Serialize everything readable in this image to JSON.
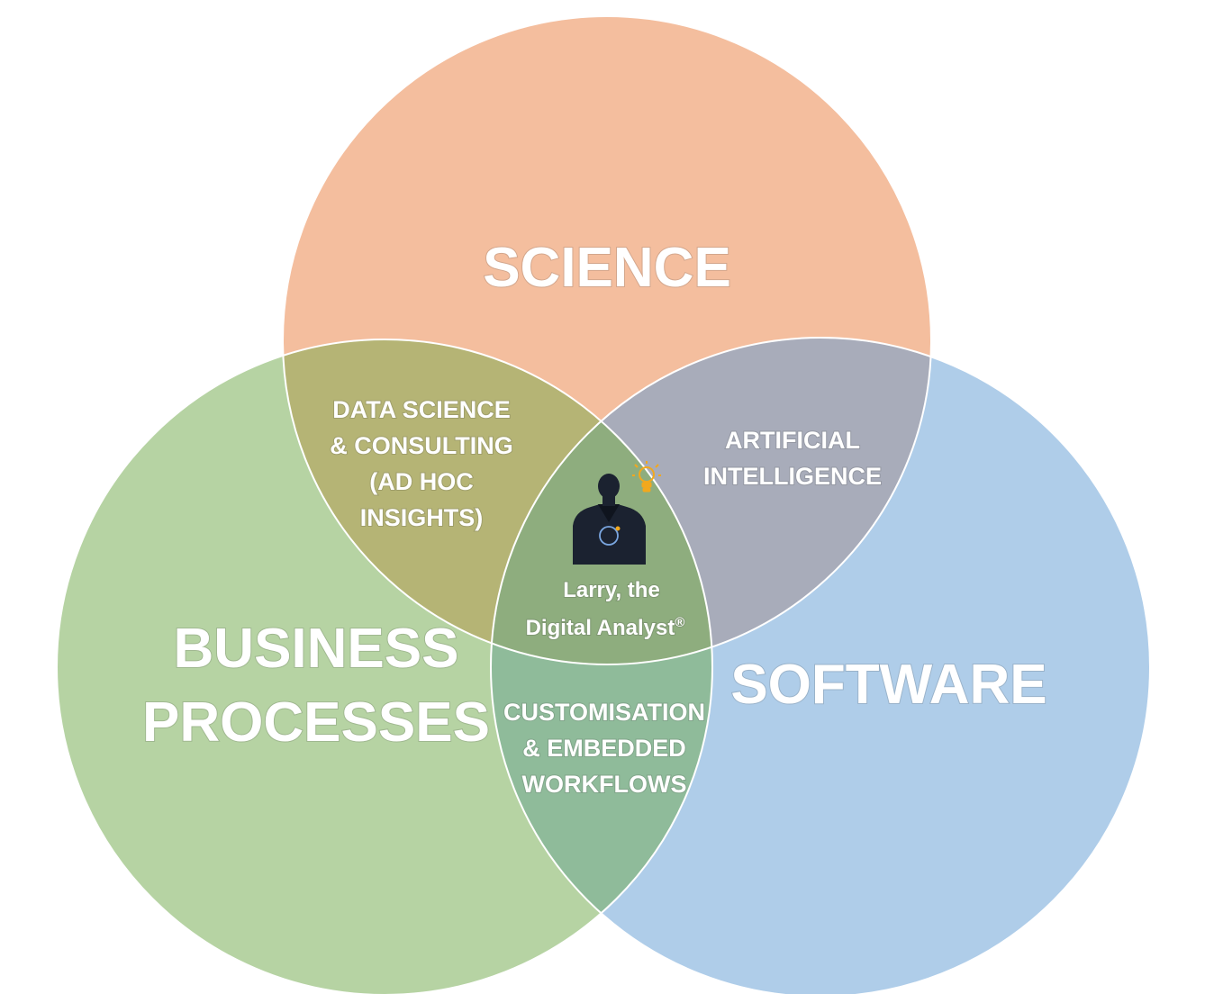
{
  "diagram": {
    "type": "venn",
    "sets": [
      {
        "id": "science",
        "label": "SCIENCE",
        "color": "#F4BE9E"
      },
      {
        "id": "business",
        "label_lines": [
          "BUSINESS",
          "PROCESSES"
        ],
        "color": "#B6D3A3"
      },
      {
        "id": "software",
        "label": "SOFTWARE",
        "color": "#AFCDE9"
      }
    ],
    "intersections": {
      "science_business": {
        "lines": [
          "DATA SCIENCE",
          "& CONSULTING",
          "(AD HOC",
          "INSIGHTS)"
        ],
        "color": "#B5B475"
      },
      "science_software": {
        "lines": [
          "ARTIFICIAL",
          "INTELLIGENCE"
        ],
        "color": "#A8ACBA"
      },
      "business_software": {
        "lines": [
          "CUSTOMISATION",
          "& EMBEDDED",
          "WORKFLOWS"
        ],
        "color": "#8FBB9A"
      },
      "center": {
        "line1": "Larry, the",
        "line2": "Digital Analyst",
        "mark": "®",
        "color": "#8EAD7E"
      }
    },
    "icons": {
      "person": "person-silhouette-icon",
      "bulb": "lightbulb-icon",
      "bulb_color": "#F2A81D"
    },
    "outline_color": "#ffffff"
  }
}
